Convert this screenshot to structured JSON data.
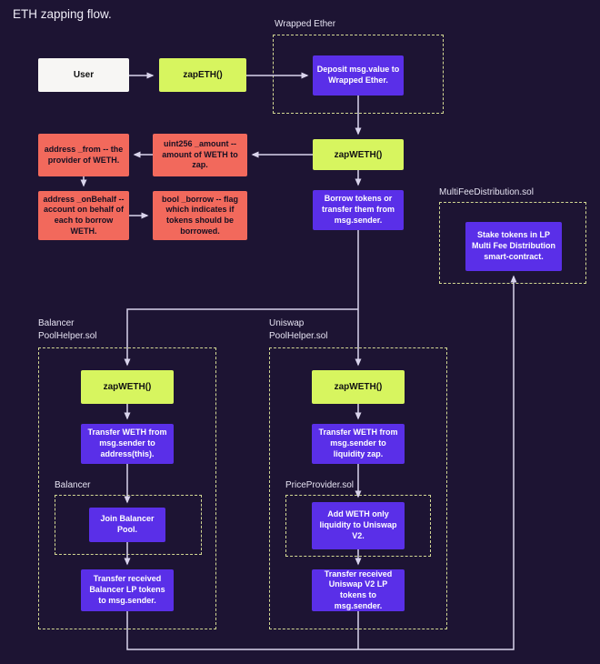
{
  "title": "ETH zapping flow.",
  "colors": {
    "bg": "#1d1433",
    "lime": "#d7f55f",
    "purple": "#5a2fe8",
    "salmon": "#f2695c",
    "white-node": "#f7f6f4",
    "line": "#d9d4ec",
    "dash": "#d2d793",
    "label": "#e6e3f2",
    "dark-text": "#161022"
  },
  "groups": {
    "wrapped_ether": {
      "label": "Wrapped Ether"
    },
    "multifee": {
      "label": "MultiFeeDistribution.sol"
    },
    "balancer_pool": {
      "label_line1": "Balancer",
      "label_line2": "PoolHelper.sol"
    },
    "balancer_inner": {
      "label": "Balancer"
    },
    "uniswap_pool": {
      "label_line1": "Uniswap",
      "label_line2": "PoolHelper.sol"
    },
    "price_provider": {
      "label": "PriceProvider.sol"
    }
  },
  "nodes": {
    "user": "User",
    "zap_eth": "zapETH()",
    "deposit_weth": "Deposit msg.value to Wrapped Ether.",
    "zap_weth": "zapWETH()",
    "uint256_amount": "uint256 _amount -- amount of WETH to zap.",
    "address_from": "address _from -- the provider of WETH.",
    "address_onbehalf": "address _onBehalf -- account on behalf of each to borrow WETH.",
    "bool_borrow": "bool _borrow -- flag which indicates if tokens should be borrowed.",
    "borrow_tokens": "Borrow tokens or transfer them from msg.sender.",
    "stake_tokens": "Stake tokens in LP Multi Fee Distribution smart-contract.",
    "balancer_zap_weth": "zapWETH()",
    "balancer_transfer_weth": "Transfer WETH from msg.sender to address(this).",
    "join_balancer_pool": "Join Balancer Pool.",
    "balancer_transfer_lp": "Transfer received Balancer LP tokens to msg.sender.",
    "uniswap_zap_weth": "zapWETH()",
    "uniswap_transfer_weth": "Transfer WETH from msg.sender to liquidity zap.",
    "add_weth_liquidity": "Add WETH only liquidity to Uniswap V2.",
    "uniswap_transfer_lp": "Transfer received Uniswap V2 LP tokens to msg.sender."
  }
}
